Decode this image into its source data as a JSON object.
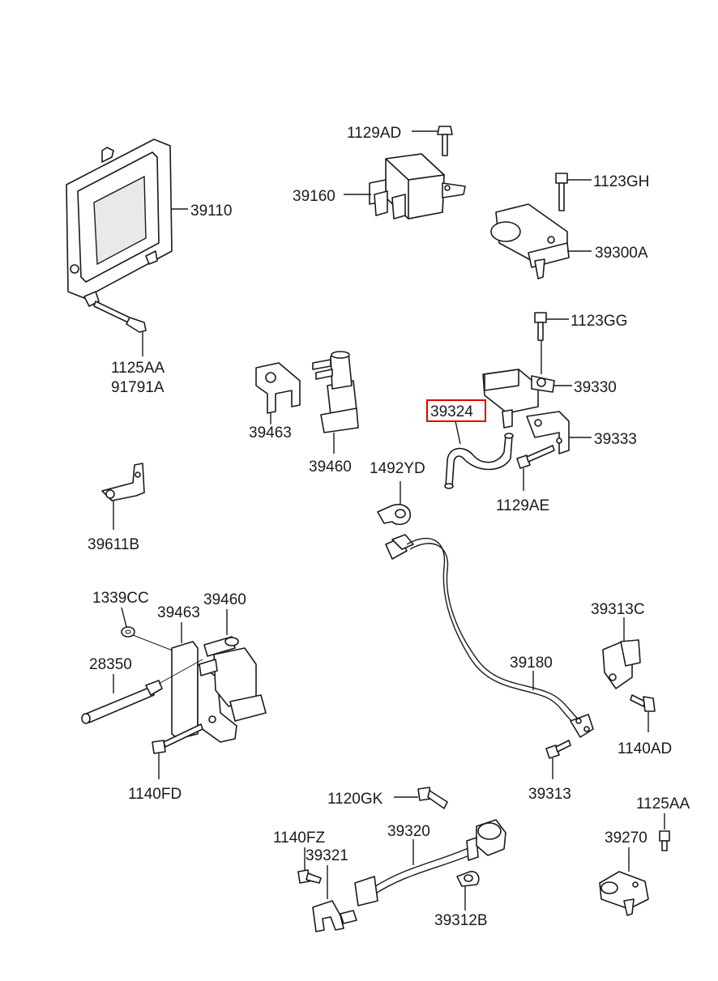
{
  "highlight_color": "#e00000",
  "labels": {
    "l1129AD": "1129AD",
    "l39160": "39160",
    "l39110": "39110",
    "l1123GH": "1123GH",
    "l39300A": "39300A",
    "l1125AA_a": "1125AA",
    "l91791A": "91791A",
    "l1123GG": "1123GG",
    "l39330": "39330",
    "l39324": "39324",
    "l39333": "39333",
    "l39463_a": "39463",
    "l39460_a": "39460",
    "l1492YD": "1492YD",
    "l1129AE": "1129AE",
    "l39611B": "39611B",
    "l1339CC": "1339CC",
    "l39463_b": "39463",
    "l39460_b": "39460",
    "l28350": "28350",
    "l39313C": "39313C",
    "l39180": "39180",
    "l1140AD": "1140AD",
    "l1140FD": "1140FD",
    "l39313": "39313",
    "l1120GK": "1120GK",
    "l1125AA_b": "1125AA",
    "l1140FZ": "1140FZ",
    "l39320": "39320",
    "l39321": "39321",
    "l39270": "39270",
    "l39312B": "39312B"
  }
}
